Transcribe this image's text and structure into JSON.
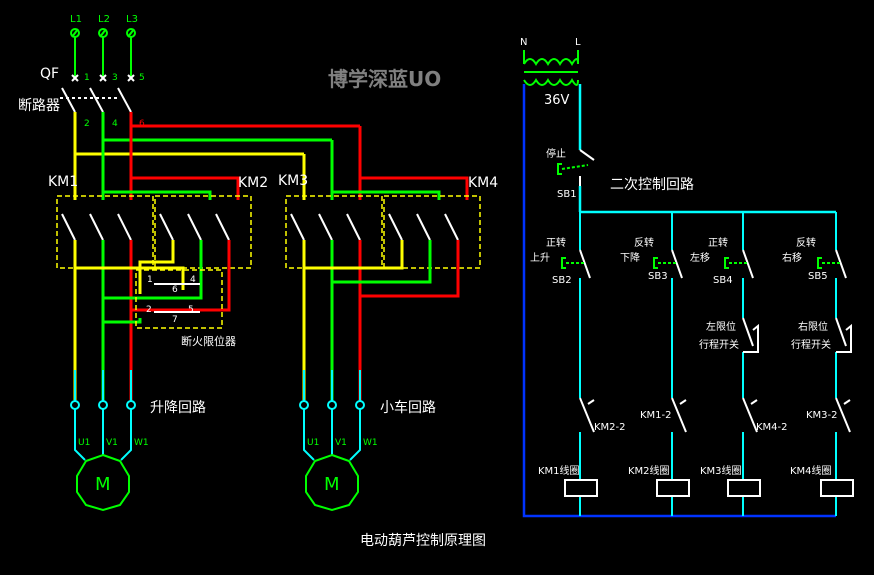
{
  "colors": {
    "background": "#000000",
    "phase_l1": "#ffff00",
    "phase_l2": "#00ff00",
    "phase_l3": "#ff0000",
    "cyan": "#00ffff",
    "blue": "#0033ff",
    "white": "#ffffff",
    "dashed_box": "#ffff00",
    "watermark": "#808080"
  },
  "labels": {
    "l1": "L1",
    "l2": "L2",
    "l3": "L3",
    "qf": "QF",
    "breaker": "断路器",
    "pole_1": "1",
    "pole_3": "3",
    "pole_5": "5",
    "pole_2": "2",
    "pole_4": "4",
    "pole_6": "6",
    "km1": "KM1",
    "km2": "KM2",
    "km3": "KM3",
    "km4": "KM4",
    "lim_1": "1",
    "lim_4": "4",
    "lim_6": "6",
    "lim_2": "2",
    "lim_5": "5",
    "lim_7": "7",
    "limiter": "断火限位器",
    "hoist_circuit": "升降回路",
    "trolley_circuit": "小车回路",
    "u1": "U1",
    "v1": "V1",
    "w1": "W1",
    "motor": "M",
    "watermark": "博学深蓝UO",
    "title": "电动葫芦控制原理图",
    "n": "N",
    "l": "L",
    "volt": "36V",
    "stop": "停止",
    "sb1": "SB1",
    "secondary": "二次控制回路",
    "fwd1": "正转",
    "up": "上升",
    "sb2": "SB2",
    "rev1": "反转",
    "down": "下降",
    "sb3": "SB3",
    "fwd2": "正转",
    "left": "左移",
    "sb4": "SB4",
    "rev2": "反转",
    "right": "右移",
    "sb5": "SB5",
    "left_limit": "左限位",
    "right_limit": "右限位",
    "travel_switch": "行程开关",
    "km2_2": "KM2-2",
    "km1_2": "KM1-2",
    "km4_2": "KM4-2",
    "km3_2": "KM3-2",
    "km1_coil": "KM1线圈",
    "km2_coil": "KM2线圈",
    "km3_coil": "KM3线圈",
    "km4_coil": "KM4线圈"
  }
}
